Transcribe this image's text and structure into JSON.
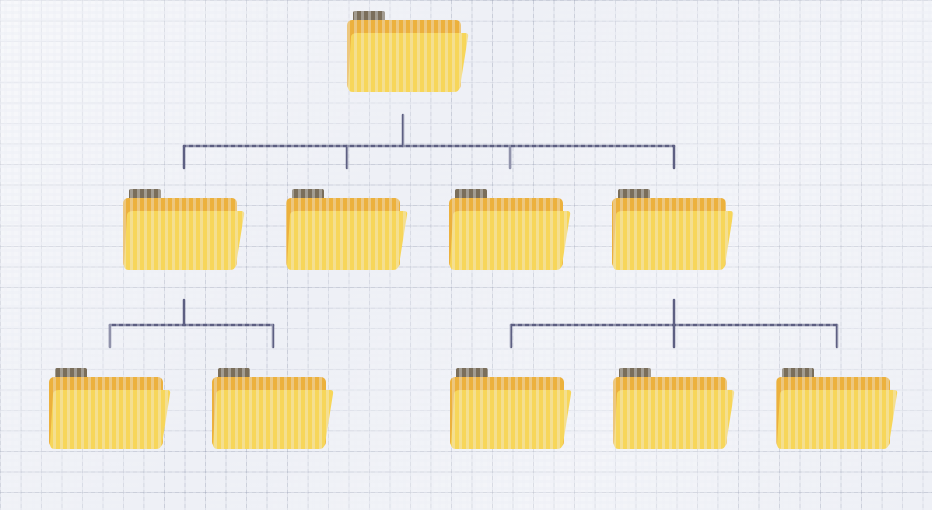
{
  "diagram": {
    "type": "folder-hierarchy",
    "colors": {
      "background": "#eef0f6",
      "grid_line": "#c9cdd9",
      "connector": "#5d5f82",
      "folder_back": "#ecb13d",
      "folder_front": "#f7d65a",
      "folder_tab": "#7a6e5b"
    },
    "root": {
      "id": "root",
      "icon": "folder-icon",
      "children": [
        {
          "id": "level1-a",
          "icon": "folder-icon",
          "children": [
            {
              "id": "level2-a1",
              "icon": "folder-icon"
            },
            {
              "id": "level2-a2",
              "icon": "folder-icon"
            }
          ]
        },
        {
          "id": "level1-b",
          "icon": "folder-icon"
        },
        {
          "id": "level1-c",
          "icon": "folder-icon"
        },
        {
          "id": "level1-d",
          "icon": "folder-icon",
          "children": [
            {
              "id": "level2-d1",
              "icon": "folder-icon"
            },
            {
              "id": "level2-d2",
              "icon": "folder-icon"
            },
            {
              "id": "level2-d3",
              "icon": "folder-icon"
            }
          ]
        }
      ]
    }
  }
}
